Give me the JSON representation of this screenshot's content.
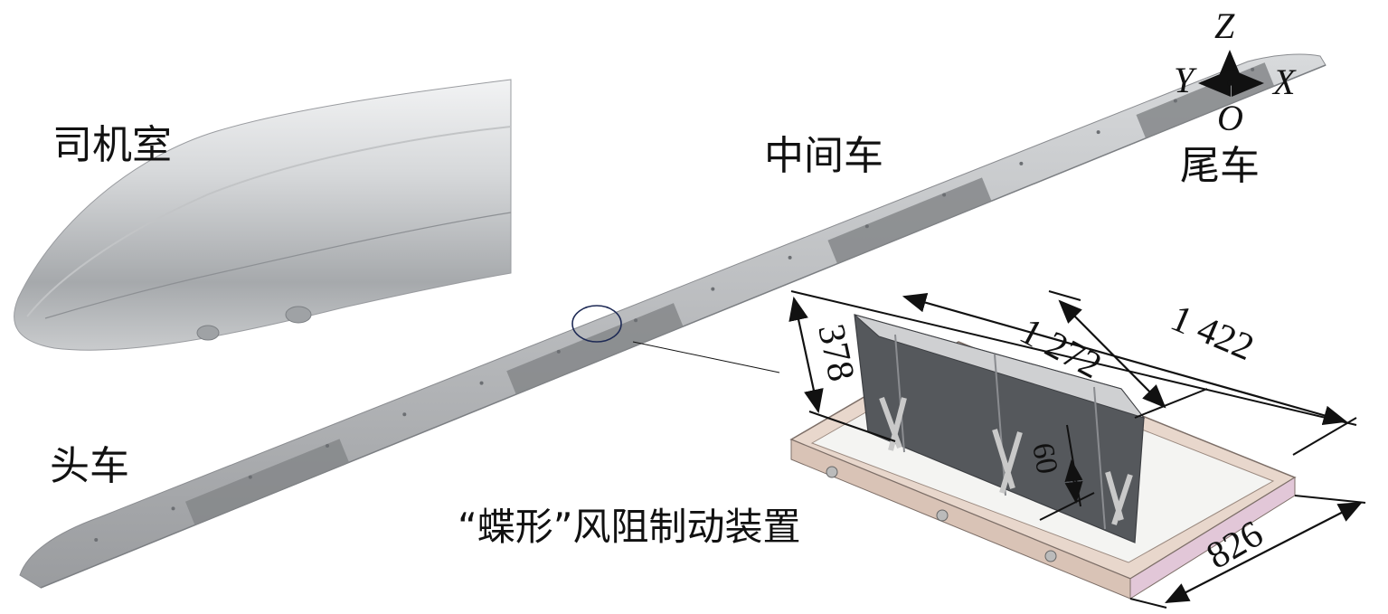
{
  "labels": {
    "cab": "司机室",
    "middle_car": "中间车",
    "tail_car": "尾车",
    "head_car": "头车",
    "device": "“蝶形”风阻制动装置"
  },
  "axes": {
    "z": "Z",
    "y": "Y",
    "x": "X",
    "o": "O"
  },
  "dimensions": {
    "d1422": "1 422",
    "d1272": "1 272",
    "d378": "378",
    "d826": "826",
    "d_small": "60"
  },
  "colors": {
    "body_light": "#b9bbbd",
    "body_dark": "#858789",
    "frame": "#d9c3b6",
    "panel": "#55585c",
    "highlight": "#1e2a55"
  }
}
